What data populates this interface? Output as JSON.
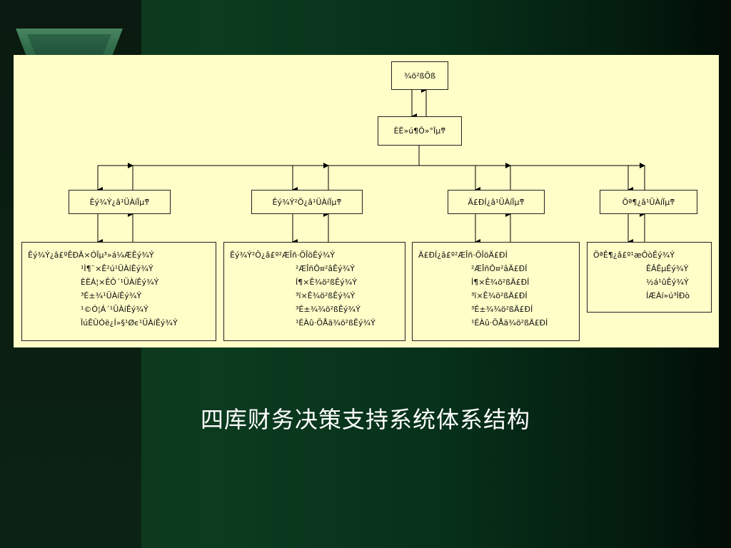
{
  "root": {
    "label": "¾ö²ßÕß"
  },
  "hub": {
    "label": "ÈË»ú¶Ô»°Ïµͳ"
  },
  "columns": [
    {
      "header": "Êý¾Ý¿â¹ÜÀíÏµͳ",
      "lines": [
        "Êý¾Ý¿â£ºÊÐÄ×ÓÏµ³»á¼ÆÊý¾Ý",
        "¹Ì¶¨×Ê²ú¹ÜÀíÊý¾Ý",
        "ÈËÁ¦×ÊÔ´¹ÜÀíÊý¾Ý",
        "³É±¾¹ÜÀíÊý¾Ý",
        "¹©Ó¦Á´¹ÜÀíÊý¾Ý",
        "ÏúÊÛÓë¿Í»§¹Øϵ¹ÜÀíÊý¾Ý"
      ]
    },
    {
      "header": "Êý¾Ý²Ö¿â¹ÜÀíÏµͳ",
      "lines": [
        "Êý¾Ý²Ö¿â£º²ÆÎñ·ÖÎöÊý¾Ý",
        "²ÆÎñÔ¤²âÊý¾Ý",
        "Í¶×Ê¾ö²ßÊý¾Ý",
        "³ï×Ê¾ö²ßÊý¾Ý",
        "³É±¾¾ö²ßÊý¾Ý",
        "¹ÉÀû·ÖÅä¾ö²ßÊý¾Ý"
      ]
    },
    {
      "header": "Ä£ÐÍ¿â¹ÜÀíÏµͳ",
      "lines": [
        "Ä£ÐÍ¿â£º²ÆÎñ·ÖÎöÄ£ÐÍ",
        "²ÆÎñÔ¤²âÄ£ÐÍ",
        "Í¶×Ê¾ö²ßÄ£ÐÍ",
        "³ï×Ê¾ö²ßÄ£ÐÍ",
        "³É±¾¾ö²ßÄ£ÐÍ",
        "¹ÉÀû·ÖÅä¾ö²ßÄ£ÐÍ"
      ]
    },
    {
      "header": "Öª¶¿â¹ÜÀíÏµͳ",
      "lines": [
        "ÖªÊ¶¿â£º¹æÔòÊý¾Ý",
        "ÊÂÊµÊý¾Ý",
        "½á¹ûÊý¾Ý",
        "ÍÆÀí»ú³ÌÐò"
      ]
    }
  ],
  "caption": "四库财务决策支持系统体系结构"
}
